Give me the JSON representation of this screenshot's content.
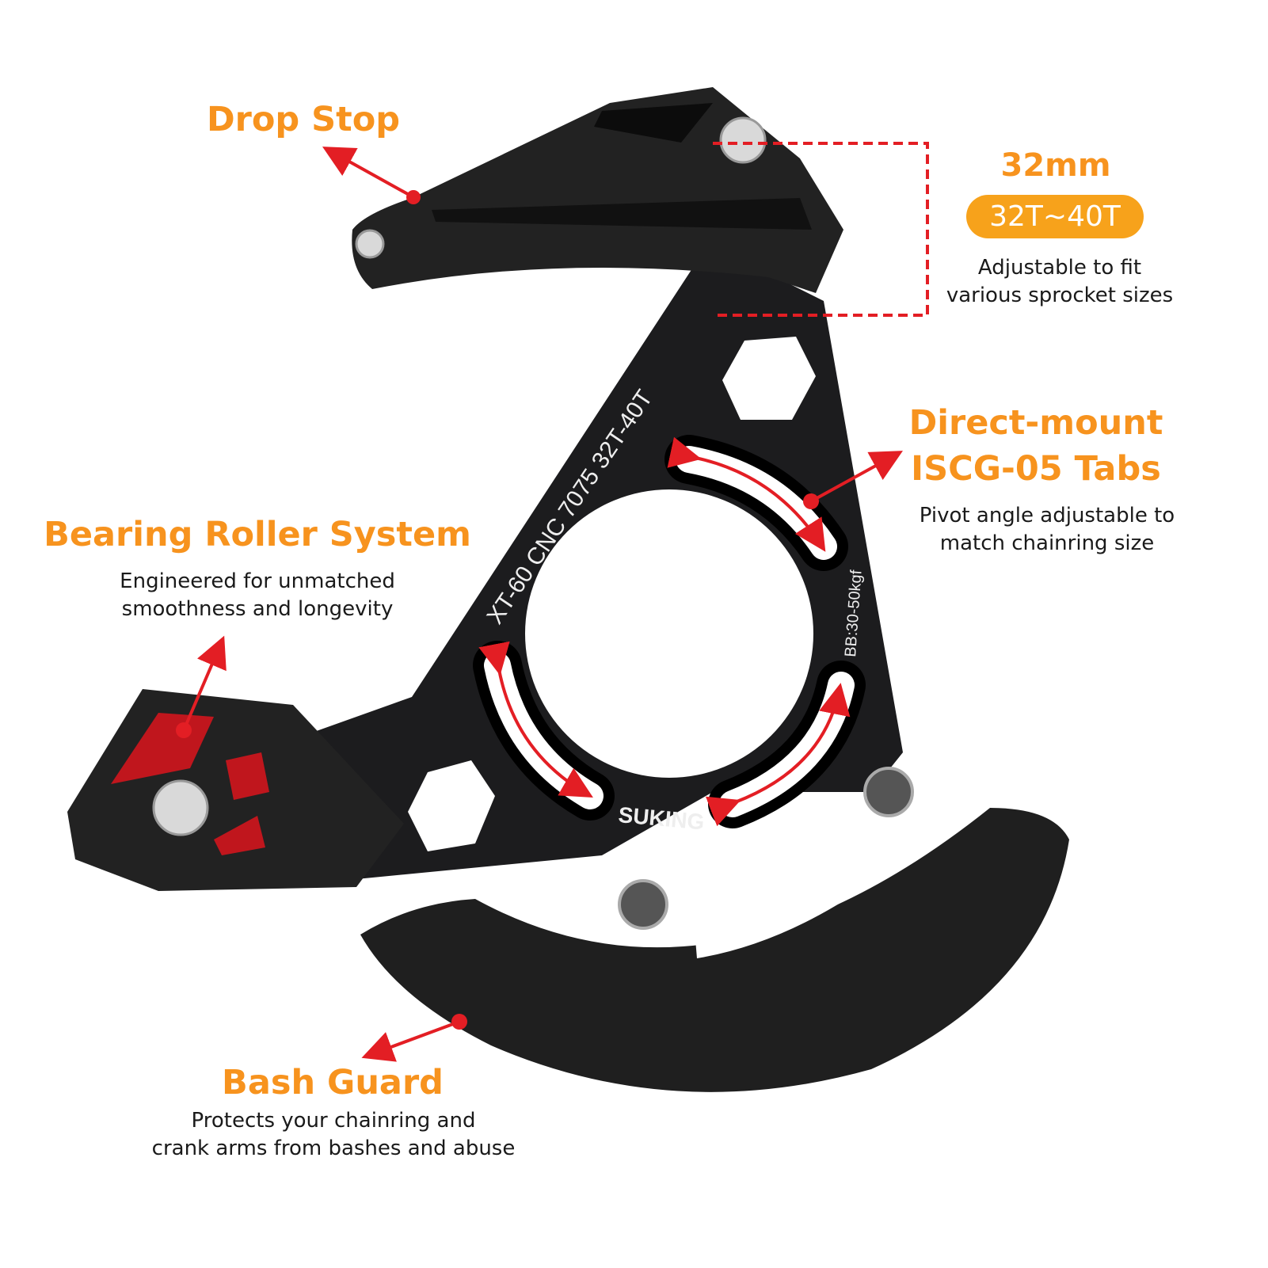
{
  "colors": {
    "accent": "#f7931e",
    "pill": "#f7a21b",
    "pointer": "#e31e24",
    "product": "#1c1c1e"
  },
  "callouts": {
    "drop_stop": {
      "title": "Drop Stop"
    },
    "chain_size": {
      "title": "32mm",
      "badge": "32T~40T",
      "desc": [
        "Adjustable to fit",
        "various sprocket sizes"
      ]
    },
    "direct_mount": {
      "title": [
        "Direct-mount",
        "ISCG-05 Tabs"
      ],
      "desc": [
        "Pivot angle adjustable to",
        "match chainring size"
      ]
    },
    "bearing": {
      "title": "Bearing Roller System",
      "desc": [
        "Engineered for unmatched",
        "smoothness and longevity"
      ]
    },
    "bash_guard": {
      "title": "Bash Guard",
      "desc": [
        "Protects your chainring and",
        "crank arms from bashes and abuse"
      ]
    }
  },
  "product": {
    "engraving_main": "XT-60  CNC  7075  32T-40T",
    "engraving_bb": "BB:30-50kgf",
    "brand": "SUKING"
  }
}
